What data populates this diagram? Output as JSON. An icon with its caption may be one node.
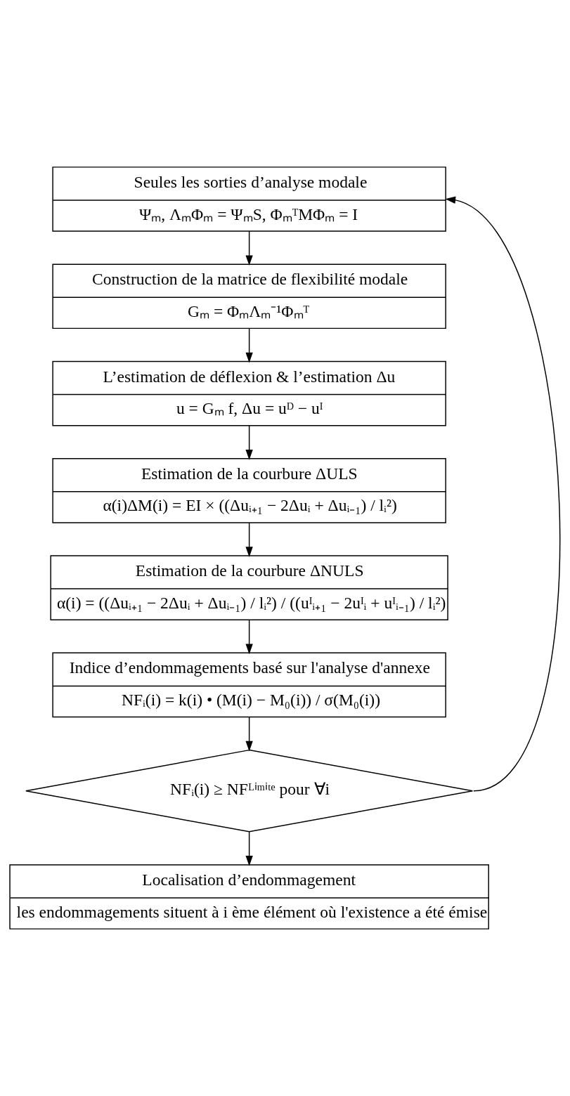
{
  "diagram": {
    "nodes": [
      {
        "text": [
          "Seules les sorties d’analyse modale",
          "Ψₘ, ΛₘΦₘ = ΨₘS, ΦₘᵀMΦₘ = I"
        ]
      },
      {
        "text": [
          "Construction de la matrice de flexibilité modale",
          "Gₘ = ΦₘΛₘ⁻¹Φₘᵀ"
        ]
      },
      {
        "text": [
          "L’estimation de déflexion & l’estimation Δu",
          "u = Gₘ f, Δu = uᴰ − uᴵ"
        ]
      },
      {
        "text": [
          "Estimation de la courbure ΔULS",
          "α(i)ΔM(i) = EI × ((Δuᵢ₊₁ − 2Δuᵢ + Δuᵢ₋₁) / lᵢ²)"
        ]
      },
      {
        "text": [
          "Estimation de la courbure ΔNULS",
          "α(i) = ((Δuᵢ₊₁ − 2Δuᵢ + Δuᵢ₋₁) / lᵢ²) / ((uᴵᵢ₊₁ − 2uᴵᵢ + uᴵᵢ₋₁) / lᵢ²)"
        ]
      },
      {
        "text": [
          "Indice d’endommagements basé sur l'analyse d'annexe",
          "NFᵢ(i) = k(i) • (M(i) − M₀(i)) / σ(M₀(i))"
        ]
      },
      {
        "text": [
          "NFᵢ(i) ≥ NFᴸⁱᵐⁱᵗᵉ pour ∀i"
        ]
      },
      {
        "text": [
          "Localisation d’endommagement",
          "les endommagements situent à i ème élément où l'existence a été émise"
        ]
      }
    ],
    "edges": [
      {
        "from": 0,
        "to": 1,
        "arrow": "to"
      },
      {
        "from": 1,
        "to": 2,
        "arrow": "to"
      },
      {
        "from": 2,
        "to": 3,
        "arrow": "to"
      },
      {
        "from": 3,
        "to": 4,
        "arrow": "to"
      },
      {
        "from": 4,
        "to": 5,
        "arrow": "to"
      },
      {
        "from": 5,
        "to": 6,
        "arrow": "to"
      },
      {
        "from": 6,
        "to": 7,
        "arrow": "to"
      },
      {
        "from": 6,
        "to": 0,
        "arrow": "to"
      }
    ]
  }
}
